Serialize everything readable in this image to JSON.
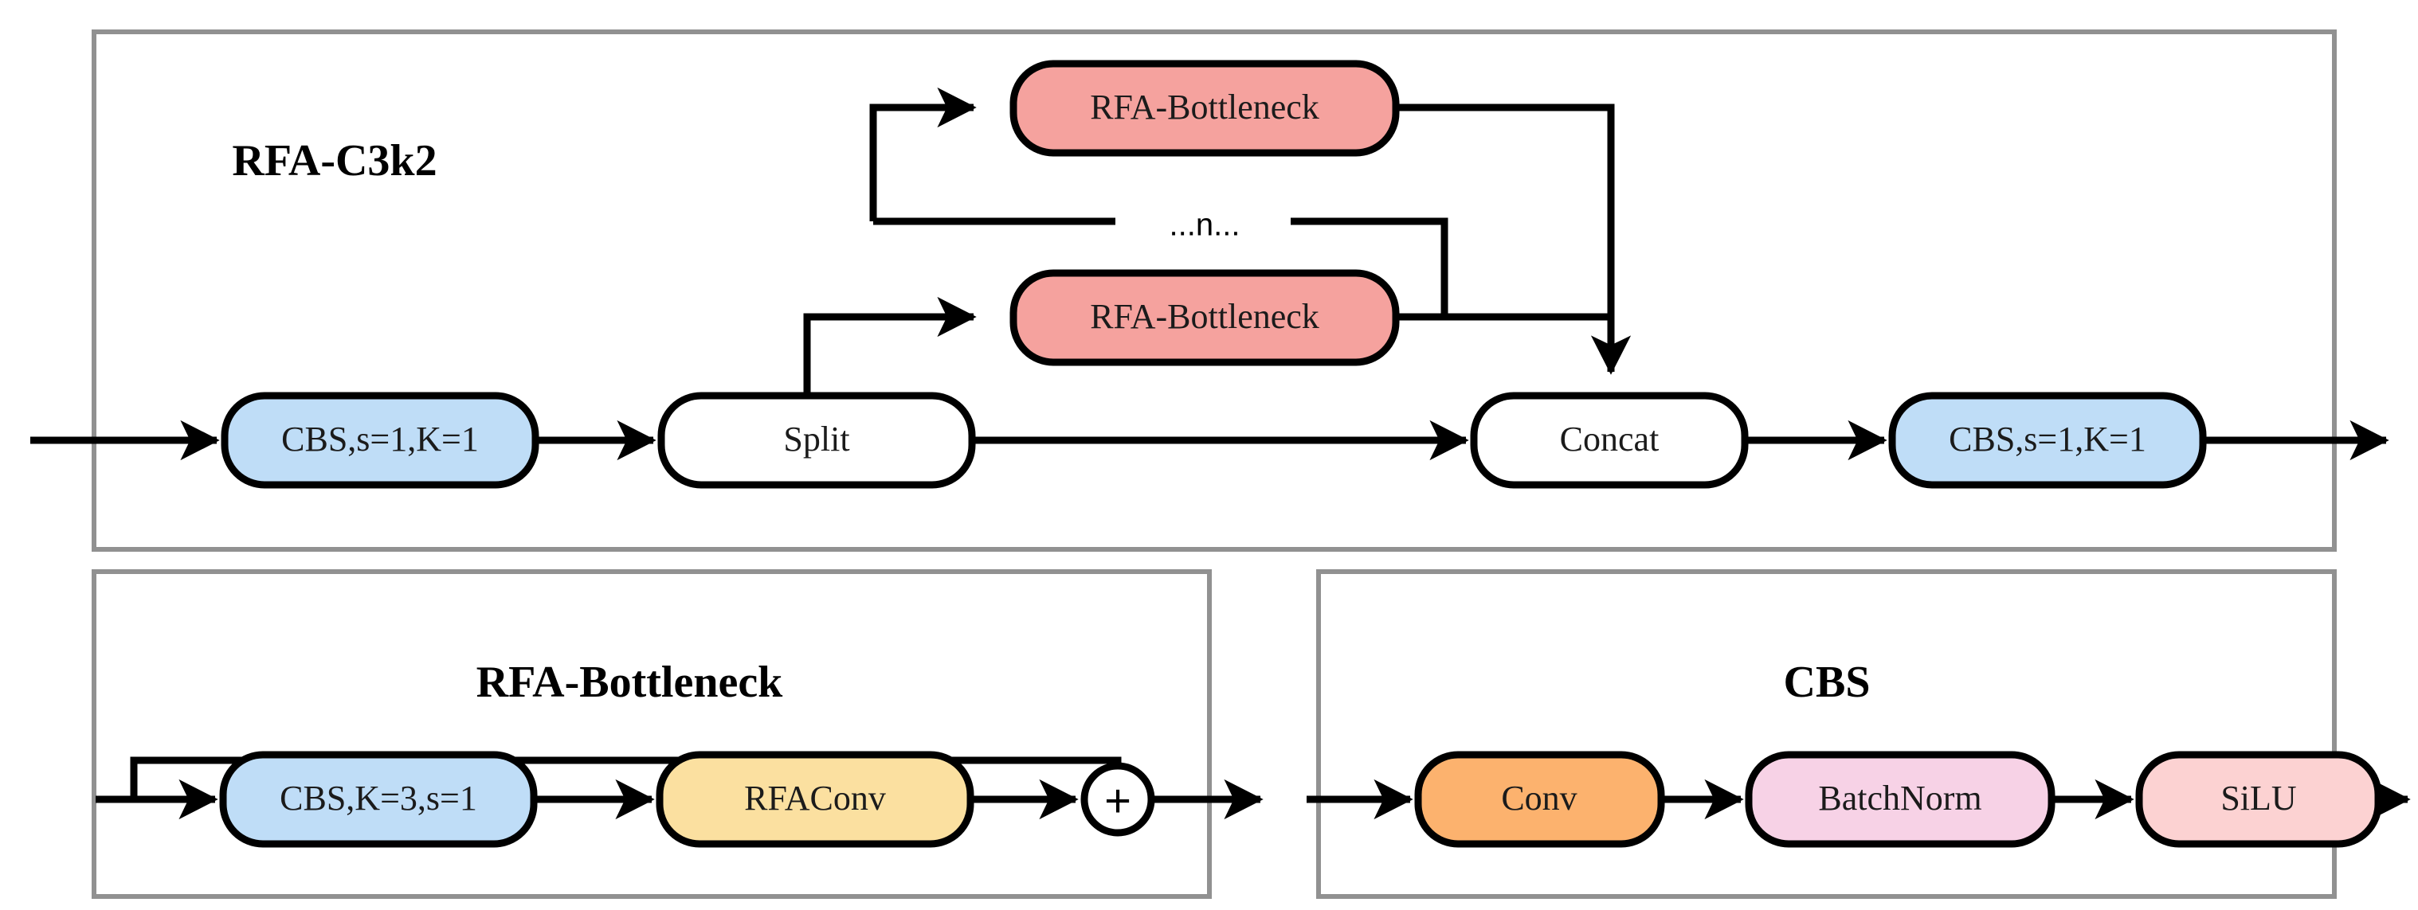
{
  "figure": {
    "type": "neural-network-architecture-diagram",
    "background": "#ffffff",
    "panel_border_color": "#919191",
    "stroke_color": "#000000"
  },
  "panels": [
    {
      "id": "rfa-c3k2",
      "title": "RFA-C3k2",
      "nodes": [
        {
          "id": "cbs-in",
          "label": "CBS,s=1,K=1",
          "fill": "#bfddf7"
        },
        {
          "id": "split",
          "label": "Split",
          "fill": "#ffffff"
        },
        {
          "id": "bneck-1",
          "label": "RFA-Bottleneck",
          "fill": "#f5a29e"
        },
        {
          "id": "bneck-2",
          "label": "RFA-Bottleneck",
          "fill": "#f5a29e"
        },
        {
          "id": "concat",
          "label": "Concat",
          "fill": "#ffffff"
        },
        {
          "id": "cbs-out",
          "label": "CBS,s=1,K=1",
          "fill": "#bfddf7"
        }
      ],
      "repeat_label": "...n..."
    },
    {
      "id": "rfa-bottleneck",
      "title": "RFA-Bottleneck",
      "nodes": [
        {
          "id": "cbs-k3",
          "label": "CBS,K=3,s=1",
          "fill": "#bfddf7"
        },
        {
          "id": "rfaconv",
          "label": "RFAConv",
          "fill": "#fbe0a0"
        },
        {
          "id": "add",
          "label": "+",
          "fill": "#ffffff"
        }
      ]
    },
    {
      "id": "cbs",
      "title": "CBS",
      "nodes": [
        {
          "id": "conv",
          "label": "Conv",
          "fill": "#fcb26e"
        },
        {
          "id": "batchnorm",
          "label": "BatchNorm",
          "fill": "#f7d2e6"
        },
        {
          "id": "silu",
          "label": "SiLU",
          "fill": "#fcd2d2"
        }
      ]
    }
  ],
  "colors": {
    "blue": "#bfddf7",
    "salmon": "#f5a29e",
    "tan": "#fbe0a0",
    "orange": "#fcb26e",
    "pink_lilac": "#f7d2e6",
    "light_pink": "#fcd2d2",
    "white": "#ffffff",
    "panel_gray": "#919191",
    "line_black": "#000000"
  }
}
